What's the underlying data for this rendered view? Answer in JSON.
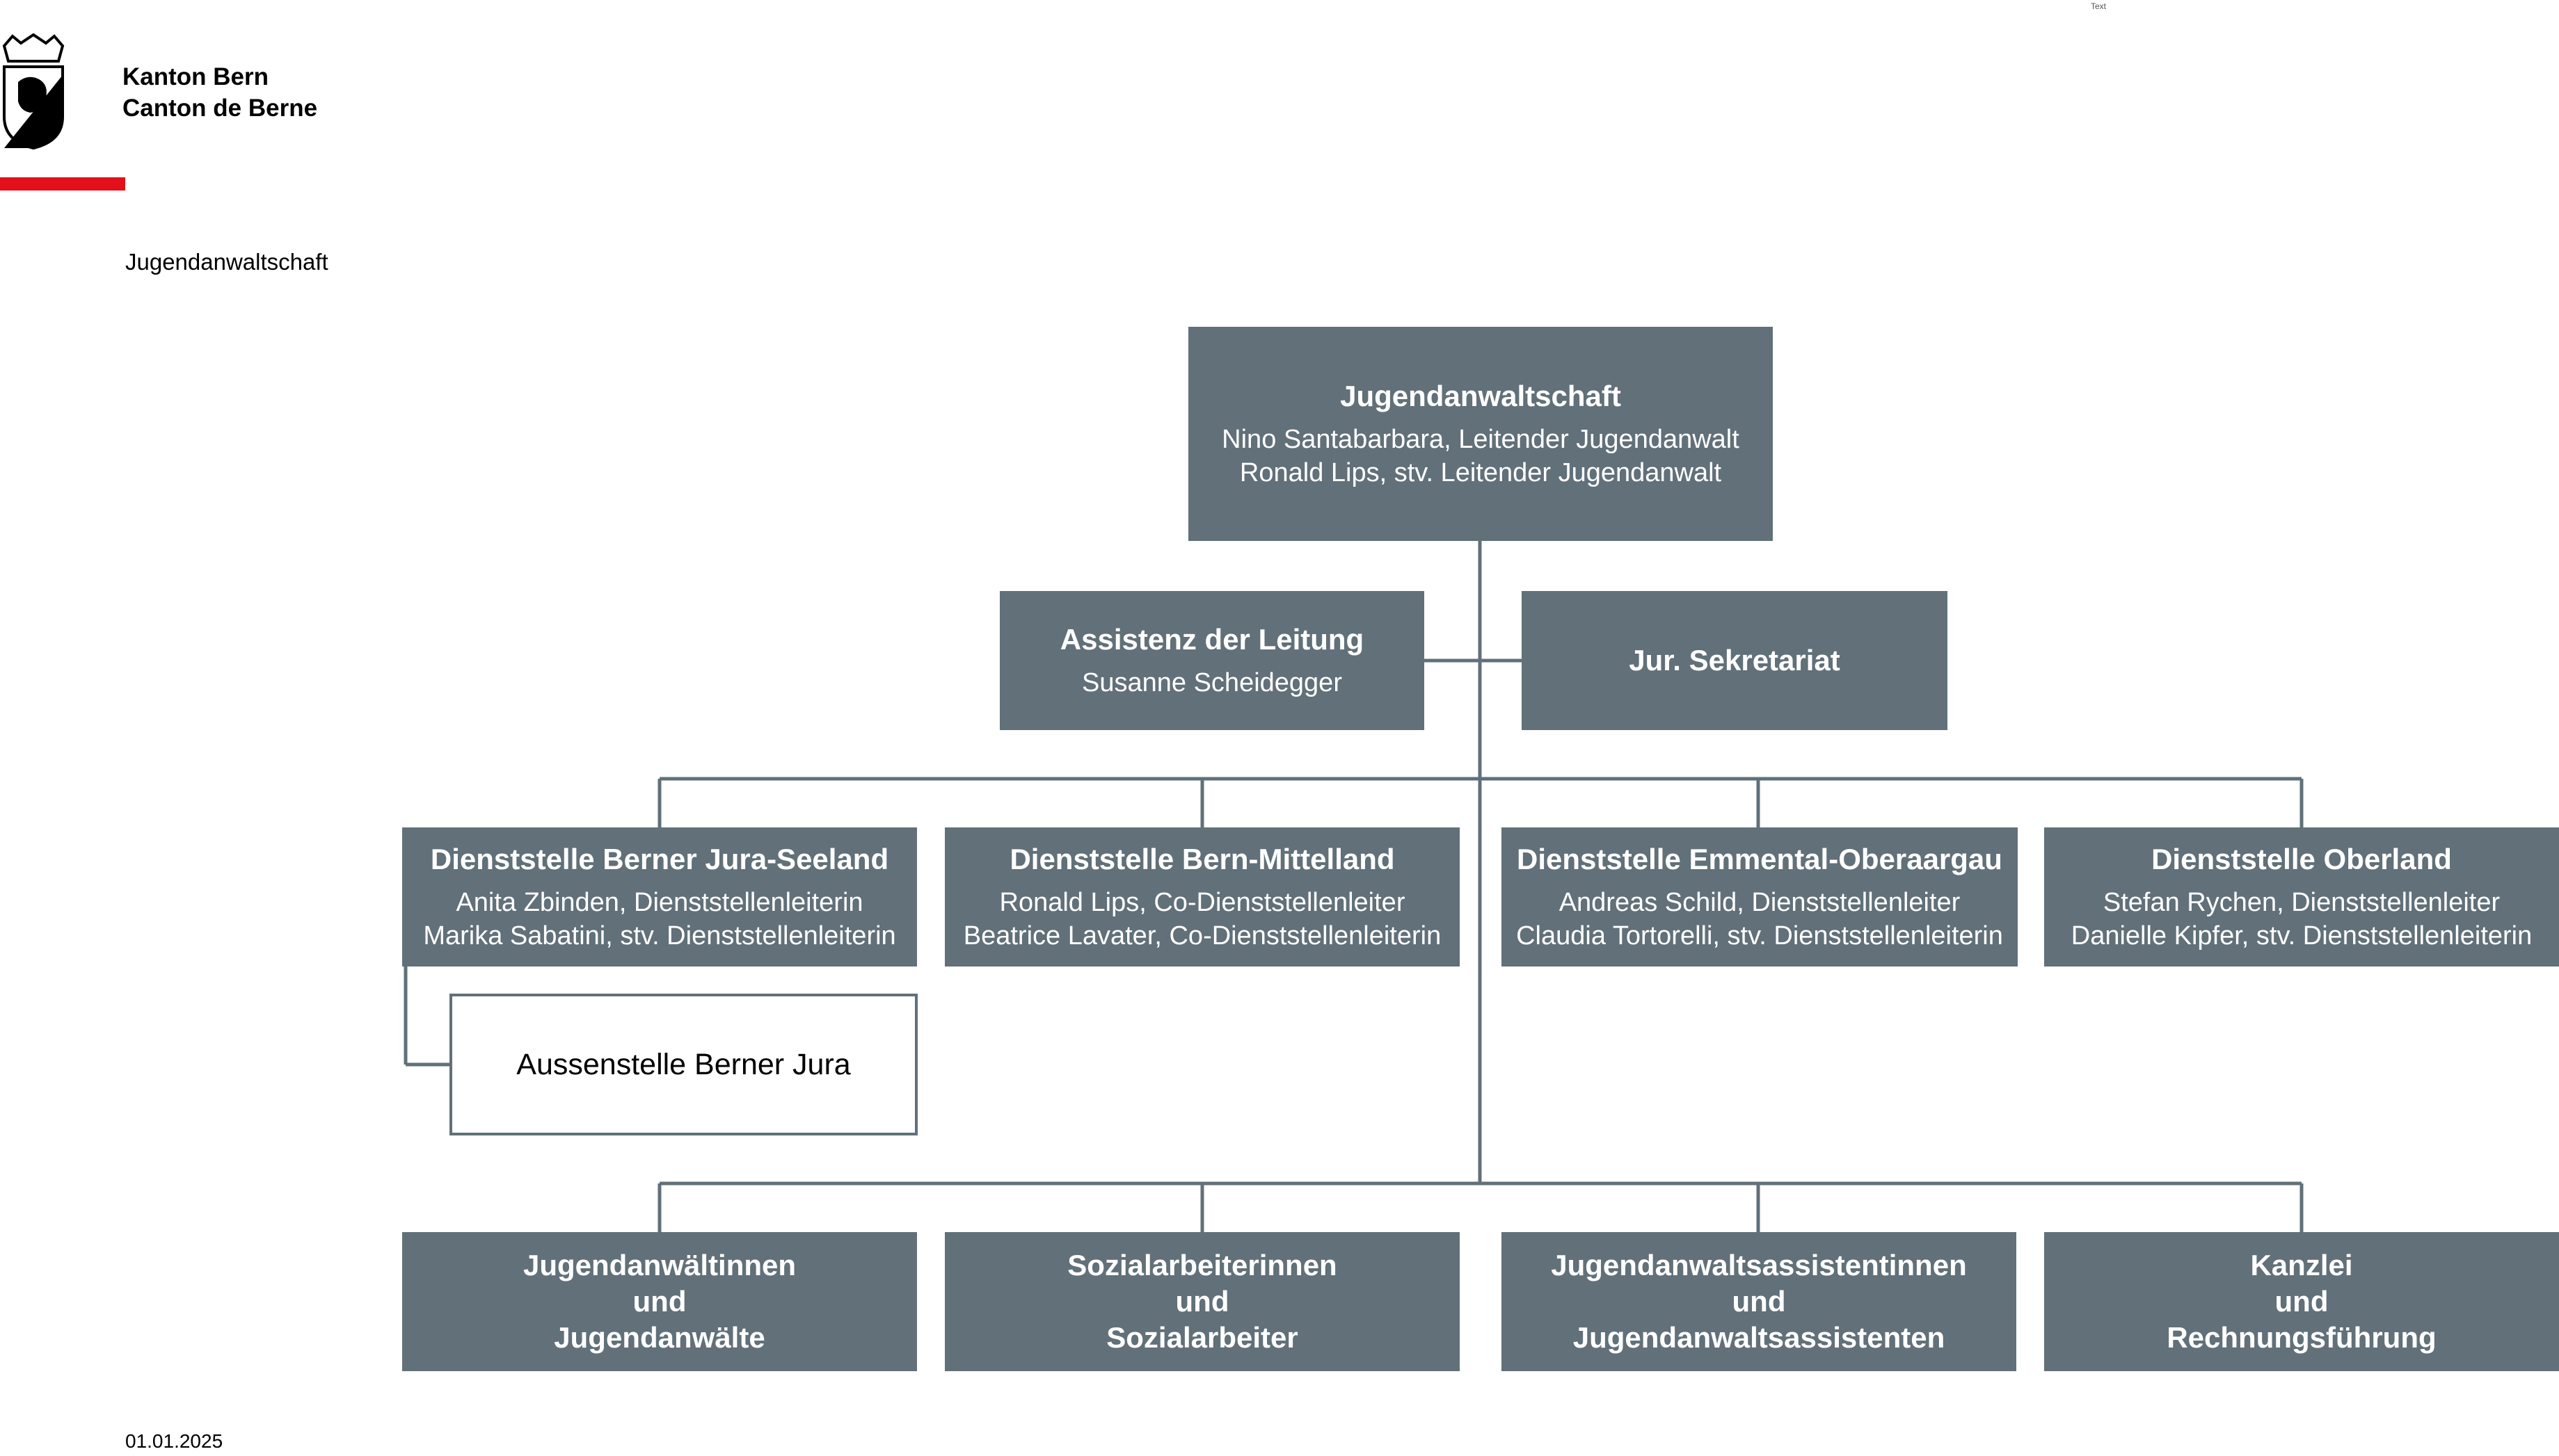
{
  "header": {
    "org_line1": "Kanton Bern",
    "org_line2": "Canton de Berne",
    "unit": "Jugendanwaltschaft",
    "tiny_text": "Text",
    "logo_icon": "bern-coat-of-arms-icon",
    "accent_color": "#e3101b"
  },
  "colors": {
    "box": "#617079",
    "line": "#617079"
  },
  "top": {
    "title": "Jugendanwaltschaft",
    "line1": "Nino Santabarbara, Leitender Jugendanwalt",
    "line2": "Ronald Lips, stv. Leitender Jugendanwalt"
  },
  "staff": [
    {
      "title": "Assistenz der Leitung",
      "line1": "Susanne Scheidegger"
    },
    {
      "title": "Jur. Sekretariat"
    }
  ],
  "offices": [
    {
      "title": "Dienststelle Berner Jura-Seeland",
      "line1": "Anita Zbinden, Dienststellenleiterin",
      "line2": "Marika Sabatini, stv. Dienststellenleiterin"
    },
    {
      "title": "Dienststelle Bern-Mittelland",
      "line1": "Ronald Lips, Co-Dienststellenleiter",
      "line2": "Beatrice Lavater, Co-Dienststellenleiterin"
    },
    {
      "title": "Dienststelle Emmental-Oberaargau",
      "line1": "Andreas Schild, Dienststellenleiter",
      "line2": "Claudia Tortorelli, stv. Dienststellenleiterin"
    },
    {
      "title": "Dienststelle Oberland",
      "line1": "Stefan Rychen, Dienststellenleiter",
      "line2": "Danielle Kipfer, stv. Dienststellenleiterin"
    }
  ],
  "branch": {
    "title": "Aussenstelle Berner Jura"
  },
  "roles": [
    {
      "l1": "Jugendanwältinnen",
      "l2": "und",
      "l3": "Jugendanwälte"
    },
    {
      "l1": "Sozialarbeiterinnen",
      "l2": "und",
      "l3": "Sozialarbeiter"
    },
    {
      "l1": "Jugendanwaltsassistentinnen",
      "l2": "und",
      "l3": "Jugendanwaltsassistenten"
    },
    {
      "l1": "Kanzlei",
      "l2": "und",
      "l3": "Rechnungsführung"
    }
  ],
  "footer": {
    "date": "01.01.2025"
  }
}
